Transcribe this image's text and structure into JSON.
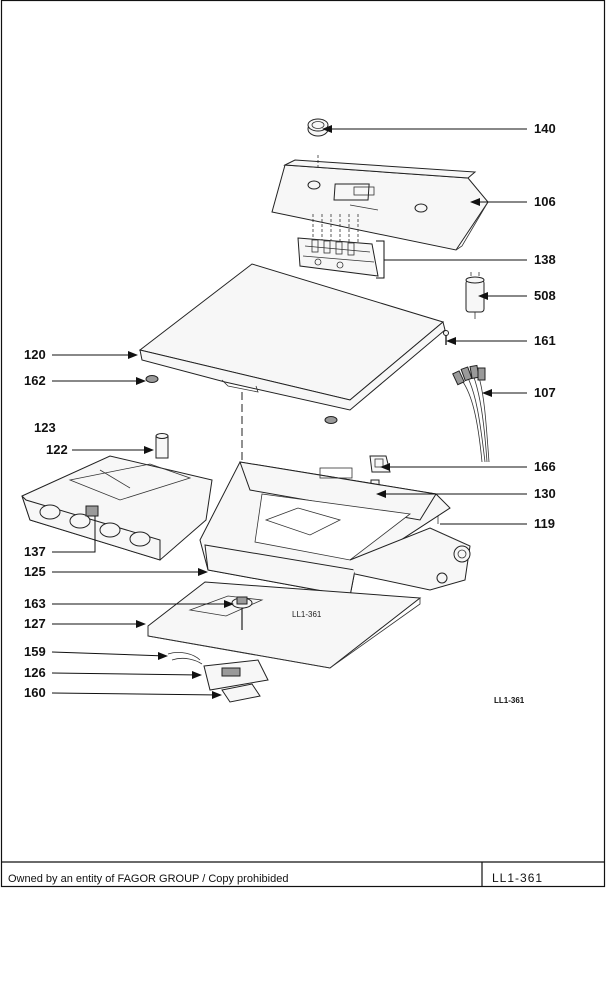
{
  "callouts": [
    {
      "id": "140",
      "label": "140"
    },
    {
      "id": "106",
      "label": "106"
    },
    {
      "id": "138",
      "label": "138"
    },
    {
      "id": "508",
      "label": "508"
    },
    {
      "id": "161",
      "label": "161"
    },
    {
      "id": "120",
      "label": "120"
    },
    {
      "id": "162",
      "label": "162"
    },
    {
      "id": "107",
      "label": "107"
    },
    {
      "id": "123",
      "label": "123"
    },
    {
      "id": "122",
      "label": "122"
    },
    {
      "id": "166",
      "label": "166"
    },
    {
      "id": "130",
      "label": "130"
    },
    {
      "id": "119",
      "label": "119"
    },
    {
      "id": "137",
      "label": "137"
    },
    {
      "id": "125",
      "label": "125"
    },
    {
      "id": "163",
      "label": "163"
    },
    {
      "id": "127",
      "label": "127"
    },
    {
      "id": "159",
      "label": "159"
    },
    {
      "id": "126",
      "label": "126"
    },
    {
      "id": "160",
      "label": "160"
    }
  ],
  "drawing_refs": {
    "inner": "LL1-361",
    "corner": "LL1-361"
  },
  "footer": {
    "owner_text": "Owned by an entity of FAGOR GROUP / Copy prohibided",
    "code": "LL1-361"
  }
}
